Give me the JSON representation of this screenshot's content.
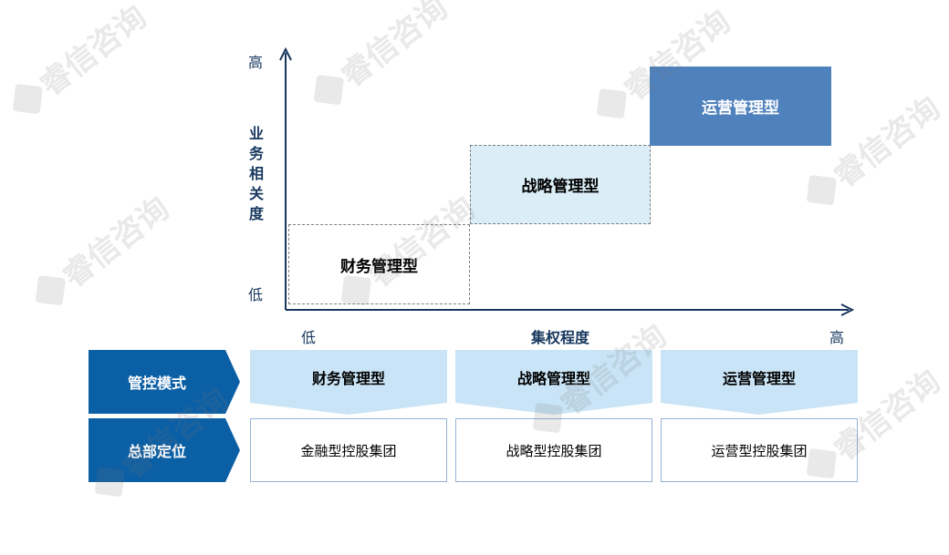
{
  "axes": {
    "y_high": "高",
    "y_low": "低",
    "y_title_chars": [
      "业",
      "务",
      "相",
      "关",
      "度"
    ],
    "x_low": "低",
    "x_title": "集权程度",
    "x_high": "高"
  },
  "steps": [
    {
      "label": "财务管理型"
    },
    {
      "label": "战略管理型"
    },
    {
      "label": "运营管理型"
    }
  ],
  "table": {
    "row1_header": "管控模式",
    "row2_header": "总部定位",
    "modes": [
      "财务管理型",
      "战略管理型",
      "运营管理型"
    ],
    "positions": [
      "金融型控股集团",
      "战略型控股集团",
      "运营型控股集团"
    ]
  },
  "watermark": {
    "text": "睿信咨询"
  },
  "colors": {
    "axis": "#17375e",
    "dark_blue": "#0b5fa5",
    "light_blue": "#c9e4f6",
    "step3": "#4f81bd"
  }
}
